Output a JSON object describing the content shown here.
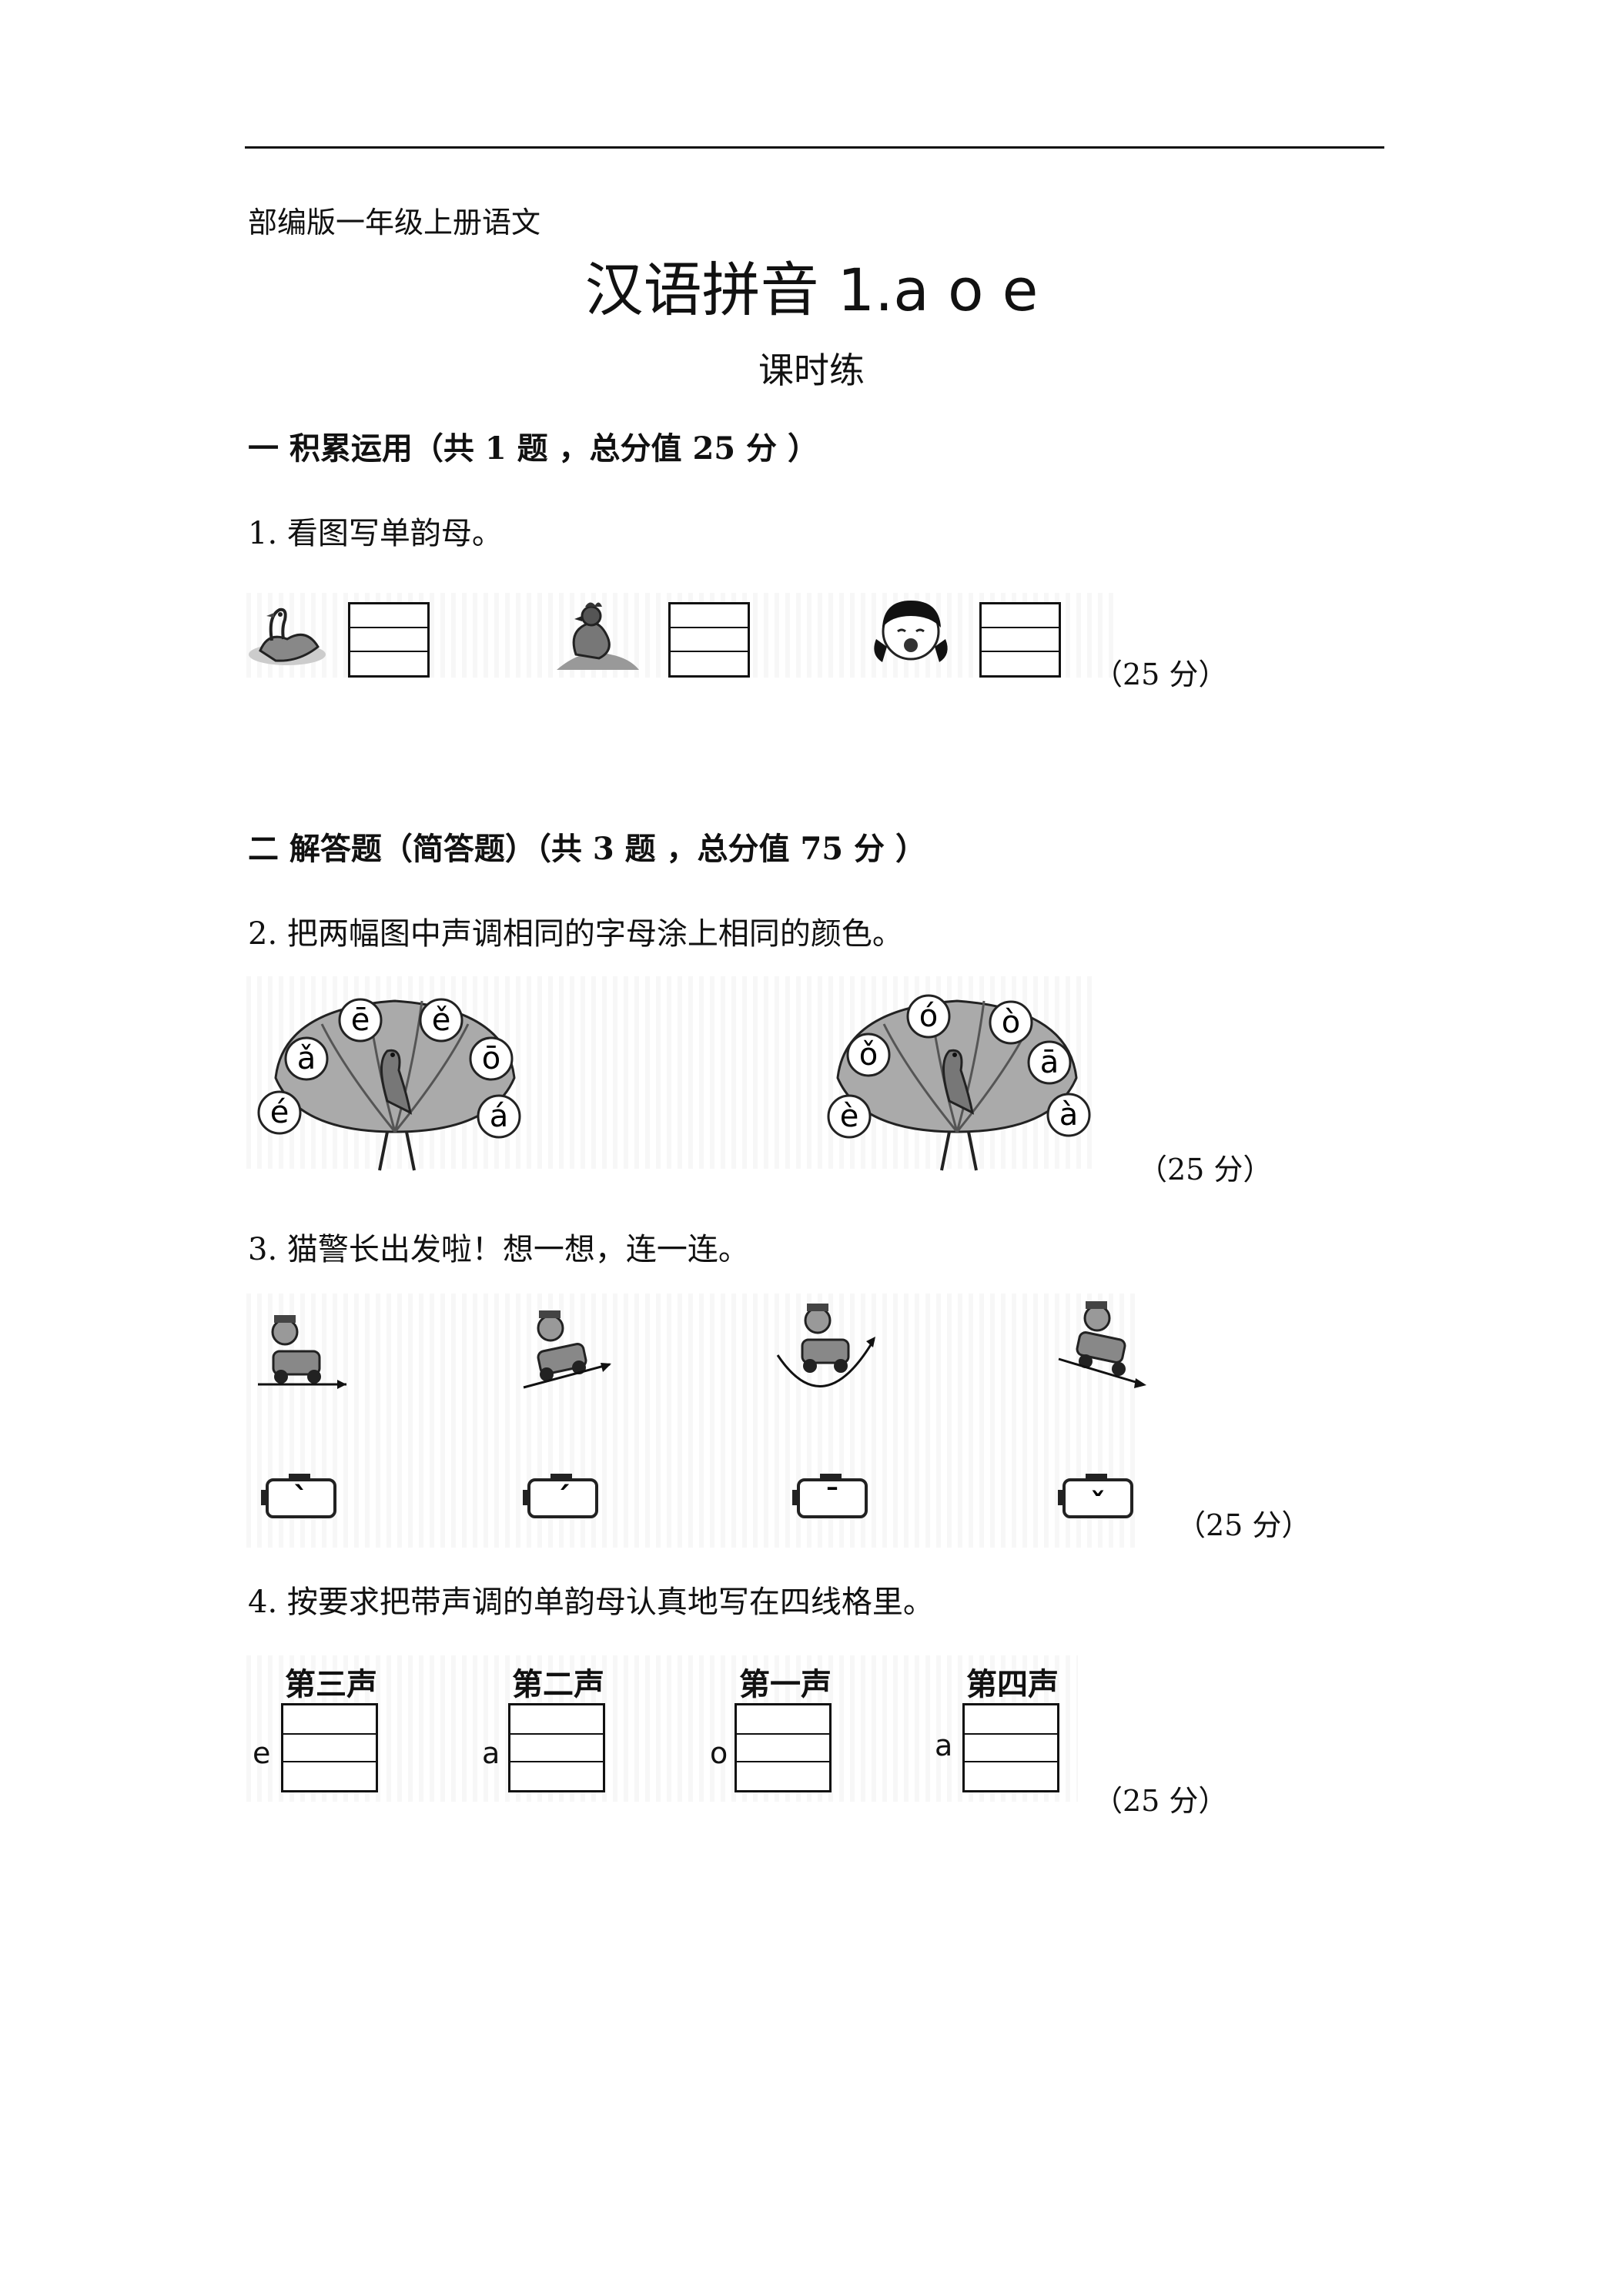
{
  "header": "部编版一年级上册语文",
  "title": "汉语拼音 1.a o e",
  "subtitle": "课时练",
  "sections": [
    {
      "heading": "一  积累运用（共 1 题 ，总分值 25 分 ）"
    },
    {
      "heading": "二  解答题（简答题）（共 3 题 ，总分值 75 分 ）"
    }
  ],
  "questions": [
    {
      "text": "1.  看图写单韵母。",
      "score": "（25  分）"
    },
    {
      "text": "2.  把两幅图中声调相同的字母涂上相同的颜色。",
      "score": "（25  分）"
    },
    {
      "text": "3.  猫警长出发啦！想一想，连一连。",
      "score": "（25  分）"
    },
    {
      "text": "4.  按要求把带声调的单韵母认真地写在四线格里。",
      "score": "（25  分）"
    }
  ],
  "peacock_left": [
    "ē",
    "ě",
    "ǎ",
    "ō",
    "é",
    "á"
  ],
  "peacock_right": [
    "ó",
    "ò",
    "ǒ",
    "ā",
    "è",
    "à"
  ],
  "tone_marks": [
    "ˋ",
    "ˊ",
    "ˉ",
    "ˇ"
  ],
  "tone_tasks": [
    {
      "label": "第三声",
      "vowel": "e"
    },
    {
      "label": "第二声",
      "vowel": "a"
    },
    {
      "label": "第一声",
      "vowel": "o"
    },
    {
      "label": "第四声",
      "vowel": "a"
    }
  ]
}
